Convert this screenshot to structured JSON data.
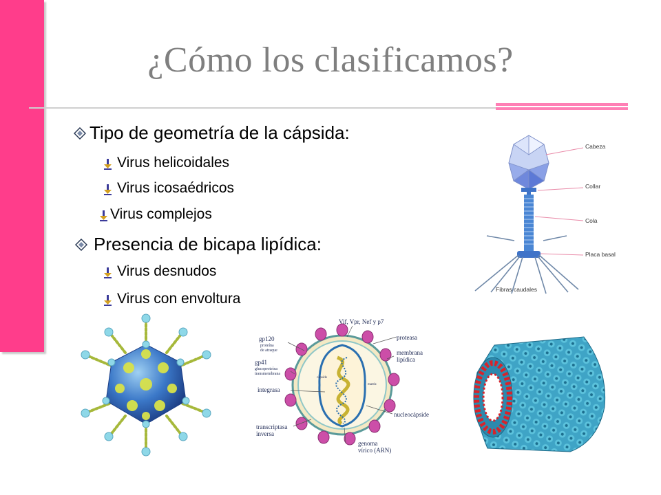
{
  "slide": {
    "title": "¿Cómo los clasificamos?",
    "sections": [
      {
        "heading": "Tipo de geometría de la cápsida:",
        "items": [
          "Virus helicoidales",
          "Virus icosaédricos",
          "Virus complejos"
        ]
      },
      {
        "heading": "Presencia de bicapa lipídica:",
        "items": [
          "Virus desnudos",
          "Virus con envoltura"
        ]
      }
    ]
  },
  "phage": {
    "labels": [
      "Cabeza",
      "Collar",
      "Cola",
      "Placa basal",
      "Fibras caudales"
    ]
  },
  "hiv": {
    "labels": [
      "Vif, Vpr, Nef y p7",
      "proteasa",
      "membrana",
      "lipídica",
      "gp120",
      "proteína",
      "de atraque",
      "gp41",
      "glucoproteína",
      "transmembrana",
      "integrasa",
      "transcriptasa",
      "inversa",
      "genoma",
      "vírico (ARN)",
      "nucleocápside",
      "cápside",
      "matriz"
    ]
  },
  "colors": {
    "accent_pink": "#ff3d8b",
    "title_gray": "#7f7f7f"
  }
}
